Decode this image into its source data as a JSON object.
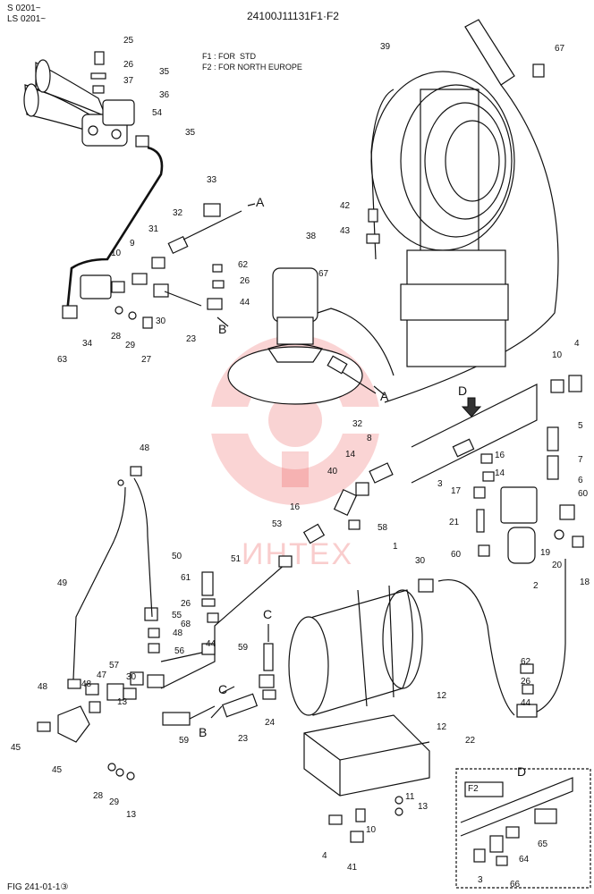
{
  "header": {
    "serial_a": "S 0201~",
    "serial_b": "LS 0201~",
    "code": "24100J11131F1·F2",
    "note_f1": "F1 : FOR  STD",
    "note_f2": "F2 : FOR NORTH EUROPE"
  },
  "footer": {
    "figure": "FIG 241-01-1③"
  },
  "watermark": {
    "text": "ИНТЕХ",
    "color": "#e83b3b"
  },
  "detail_box": {
    "title": "D",
    "variant": "F2"
  },
  "view_arrow": "D",
  "connectors": [
    "A",
    "A",
    "B",
    "B",
    "C",
    "C"
  ],
  "callouts": [
    "1",
    "2",
    "3",
    "3",
    "4",
    "4",
    "5",
    "6",
    "7",
    "8",
    "9",
    "10",
    "10",
    "10",
    "11",
    "12",
    "12",
    "13",
    "13",
    "13",
    "14",
    "14",
    "16",
    "16",
    "17",
    "18",
    "19",
    "20",
    "21",
    "22",
    "23",
    "23",
    "24",
    "25",
    "26",
    "26",
    "26",
    "26",
    "27",
    "28",
    "28",
    "29",
    "29",
    "30",
    "30",
    "30",
    "31",
    "32",
    "32",
    "33",
    "34",
    "35",
    "35",
    "36",
    "37",
    "38",
    "39",
    "40",
    "41",
    "42",
    "43",
    "44",
    "44",
    "44",
    "45",
    "45",
    "47",
    "48",
    "48",
    "48",
    "48",
    "49",
    "50",
    "51",
    "53",
    "54",
    "55",
    "56",
    "57",
    "58",
    "59",
    "59",
    "60",
    "60",
    "61",
    "62",
    "62",
    "63",
    "64",
    "65",
    "66",
    "67",
    "67",
    "68"
  ]
}
